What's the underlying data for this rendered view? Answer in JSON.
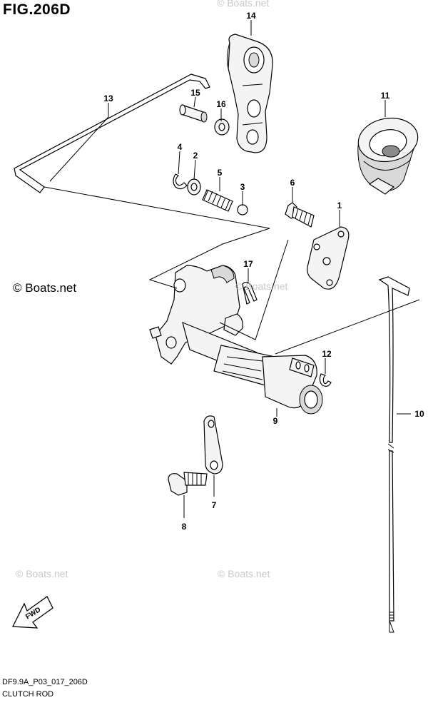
{
  "figure": {
    "title": "FIG.206D",
    "code": "DF9.9A_P03_017_206D",
    "name": "CLUTCH ROD"
  },
  "watermark": {
    "main": "© Boats.net",
    "repeat": "© Boats.net"
  },
  "fwd_label": "FWD",
  "parts": [
    {
      "id": "1",
      "label": "1"
    },
    {
      "id": "2",
      "label": "2"
    },
    {
      "id": "3",
      "label": "3"
    },
    {
      "id": "4",
      "label": "4"
    },
    {
      "id": "5",
      "label": "5"
    },
    {
      "id": "6",
      "label": "6"
    },
    {
      "id": "7",
      "label": "7"
    },
    {
      "id": "8",
      "label": "8"
    },
    {
      "id": "9",
      "label": "9"
    },
    {
      "id": "10",
      "label": "10"
    },
    {
      "id": "11",
      "label": "11"
    },
    {
      "id": "12",
      "label": "12"
    },
    {
      "id": "13",
      "label": "13"
    },
    {
      "id": "14",
      "label": "14"
    },
    {
      "id": "15",
      "label": "15"
    },
    {
      "id": "16",
      "label": "16"
    },
    {
      "id": "17",
      "label": "17"
    }
  ]
}
